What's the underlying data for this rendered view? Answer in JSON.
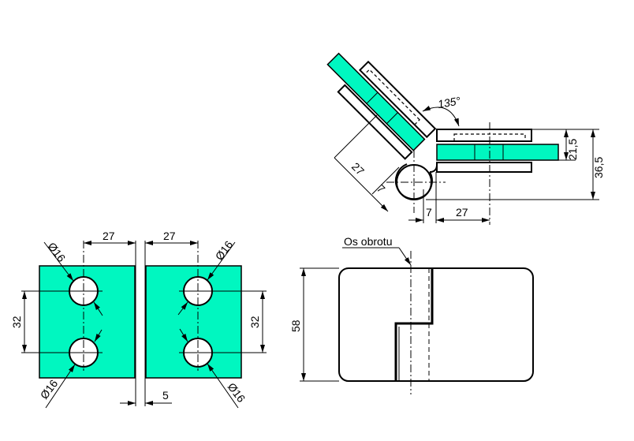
{
  "colors": {
    "glass": "#00F7C0",
    "line": "#000000"
  },
  "side_view": {
    "dim_arm_length": "27",
    "dim_arm_offset": "7",
    "angle": "135°",
    "dim_glass_height": "21,5",
    "dim_total_height": "36,5",
    "dim_offset": "7",
    "dim_length": "27"
  },
  "front_view": {
    "left_pane": {
      "dim_hole_to_edge": "27",
      "dim_hole_spacing": "32",
      "hole_top": "Ø16",
      "hole_bottom": "Ø16"
    },
    "right_pane": {
      "dim_hole_to_edge": "27",
      "dim_hole_spacing": "32",
      "hole_top": "Ø16",
      "hole_bottom": "Ø16"
    },
    "dim_gap": "5"
  },
  "hinge_view": {
    "axis_label": "Os obrotu",
    "dim_height": "58"
  }
}
